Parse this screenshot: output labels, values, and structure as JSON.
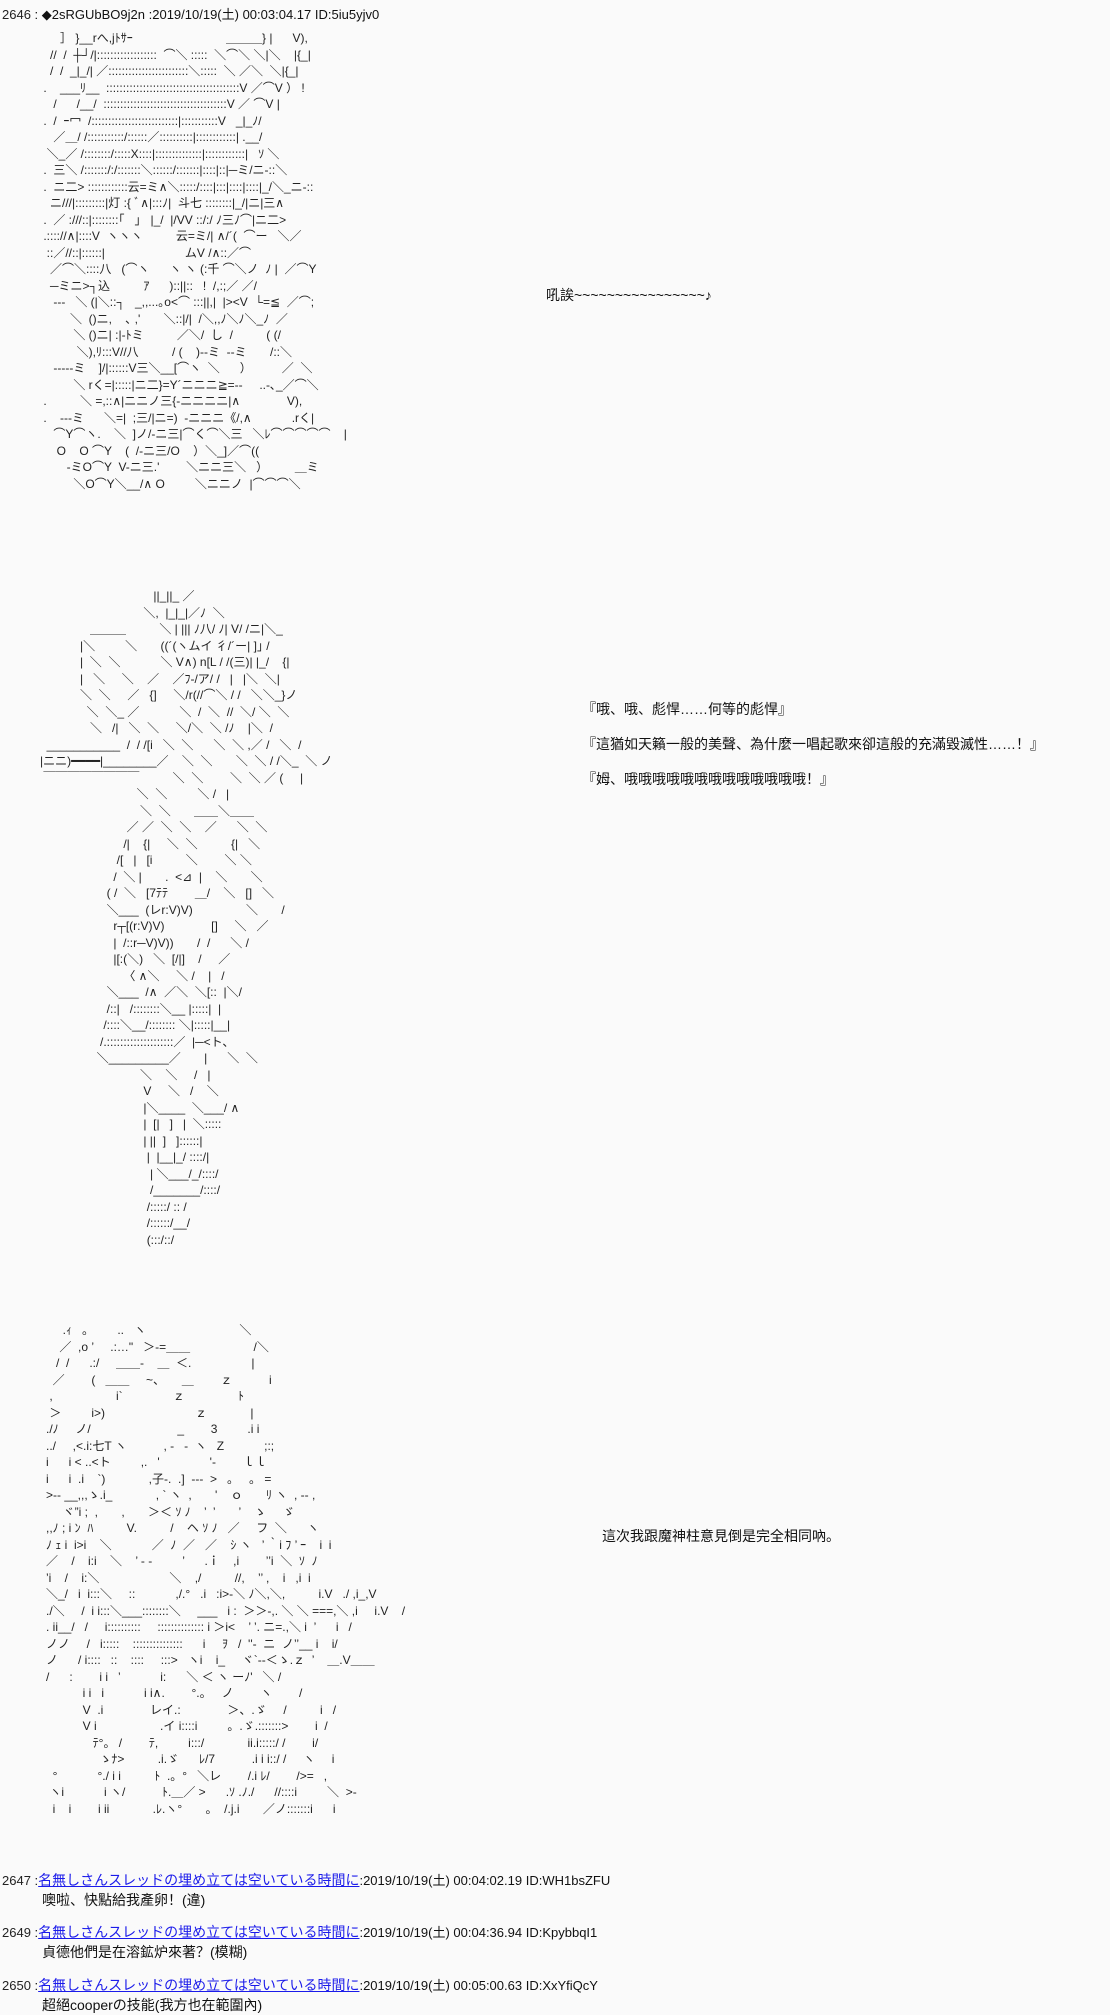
{
  "posts": [
    {
      "num": "2646",
      "sep": " :",
      "name": "◆2sRGUbBO9j2n",
      "date": ":2019/10/19(土) 00:03:04.17",
      "id": "ID:5iu5yjv0"
    },
    {
      "num": "2647",
      "sep": " :",
      "name": "名無しさんスレッドの埋め立ては空いている時間に",
      "date": ":2019/10/19(土) 00:04:02.19",
      "id": "ID:WH1bsZFU",
      "body": "噢啦、快點給我產卵！(違)"
    },
    {
      "num": "2649",
      "sep": " :",
      "name": "名無しさんスレッドの埋め立ては空いている時間に",
      "date": ":2019/10/19(土) 00:04:36.94",
      "id": "ID:KpybbqI1",
      "body": "貞德他們是在溶鉱炉來著？(模糊)"
    },
    {
      "num": "2650",
      "sep": " :",
      "name": "名無しさんスレッドの埋め立ては空いている時間に",
      "date": ":2019/10/19(土) 00:05:00.63",
      "id": "ID:XxYfiQcY",
      "body": "超絕cooperの技能(我方也在範圍內)"
    }
  ],
  "dialogue": {
    "scene1": [
      "吼誒~~~~~~~~~~~~~~~~♪"
    ],
    "scene2": [
      "『哦、哦、彪悍……何等的彪悍』",
      "『這猶如天籟一般的美聲、為什麼一唱起歌來卻這般的充滿毀滅性……！』",
      "『姆、哦哦哦哦哦哦哦哦哦哦哦哦哦！』"
    ],
    "scene3": [
      "這次我跟魔神柱意見倒是完全相同吶。"
    ]
  },
  "art1": {
    "lines": [
      "      ］ }__rへ,jﾄｻｰ                            ＿＿＿} |      V),",
      "   //  /  ┼┘/|::::::::::::::::::  ⌒＼ :::::  ＼⌒＼ ＼|＼    |{_|",
      "   /  /  _|_/| ／::::::::::::::::::::::::＼:::::  ＼ ／＼  ＼|{_|",
      " .    ___ﾘ__  ::::::::::::::::::::::::::::::::::::::::V ／⌒V ） !",
      "    /      /__/  :::::::::::::::::::::::::::::::::::::V ／ ⌒V |",
      " .  /  ｰ冖  /::::::::::::::::::::::::::|:::::::::::V   _|_ﾉ/",
      "    ／＿/ /:::::::::::/::::::／::::::::::|::::::::::::| .__/",
      "  ＼_／ /::::::::/:::::X::::|::::::::::::::|::::::::::::|   ｿ ＼",
      " .  三＼ /:::::::/:/:::::::＼::::::/:::::::|::::|::|─ミ/ニ-::＼",
      " .  ニ二> ::::::::::::云=ミ∧＼:::::/::::|:::|::::|::::|_/＼_ニ-::",
      "   ニ///|:::::::::|灯 :{ ﾞ∧|:::ﾉ|  斗七 ::::::::|_/|ニ|三∧",
      " .  ／ :///::|::::::::｢   ｣   |_/  |/VV ::/:/ ﾉ三ﾉ⌒|ニ二>",
      " .:::://∧|::::V  ヽヽヽ          云=ミ/| ∧/´(  ⌒ー   ＼／",
      "  ::／//::|::::::|                        ムV /∧::／⌒",
      "   ／⌒＼::::八   (⌒ヽ      ヽ ヽ (:千 ⌒＼ノ  ﾉ |  ／⌒Y",
      "   ─ミニ>┐込          ｱ      )::||::   !  /,:;／ ／/",
      "    ---   ＼ (|＼::┐   _,,...｡o<⌒ :::||,|  |><V  └=≦  ／⌒;",
      "         ＼  ()ニ,    ､ ,'       ＼::|/|  /＼,,ﾉ＼ﾉ＼_ﾉ  ／",
      "          ＼ ()ニ| :|-ﾄミ          ／＼/  し  /          ( (/",
      "           ＼),ﾘ:::V//八          / (    )--ミ  --ミ       /::＼",
      "    -----ミ    ]/|::::::V三＼__[⌒ヽ  ＼      ）         ／  ＼",
      "          ＼ rく=|:::::|ニ二}=Y´ニニニ≧=--     ..-､_／⌒＼",
      " .          ＼ =,::∧|ニニノ三{-ニニニニ|∧              V),",
      " .    ---ミ      ＼=|  ;三/|ニ=)  -ニニニ《/,∧            .rく|",
      "    ⌒Y⌒ヽ.    ＼  ]ノ/-ニ三|⌒く⌒＼三   ＼ﾚ⌒⌒⌒⌒⌒    |",
      "     O    O ⌒Y    (  /-ニ三/O    ）＼_]／⌒((",
      "        -ミO⌒Y  V-ニ三.'        ＼ニニ三＼   ）        ＿ミ",
      "          ＼O⌒Y＼__/∧ O         ＼ニニノ  |⌒⌒⌒＼"
    ]
  },
  "art2": {
    "lines": [
      "                                  ||_||_ ／",
      "                               ＼,  |_|_|／ﾉ  ＼",
      "               ＿＿＿          ＼ | ||| ﾉ八/ ﾉ| V/ /ニ|＼_",
      "            |＼         ＼       ((´(ヽムイ 彳/´ー| ]｣ /",
      "            |  ＼  ＼            ＼ V∧) n[L / /(三)| |_/    {|",
      "            |   ＼     ＼    ／    ／ﾌ-/ア/ /   |   |＼  ＼|",
      "            ＼  ＼     ／   {]     ＼/r(//⌒＼ / /   ＼＼_}ノ",
      "              ＼  ＼_ ／            ＼  /  ＼  //  ＼/ ＼  ＼",
      "               ＼   /|   ＼  ＼     ＼/＼  ＼ /ﾉ    |＼  /",
      "  ___________  /  / /[i   ＼  ＼      ＼  ＼ ,／ /   ＼  /",
      "|ニニ)━━━━|________／    ＼  ＼       ＼  ＼ / /＼_  ＼ ノ",
      " ￣￣￣￣￣￣￣￣          ＼  ＼        ＼  ＼ ／ (     |",
      "                             ＼  ＼         ＼ /   |",
      "                              ＼  ＼       ＿＿＼＿＿",
      "                          ／ ／  ＼  ＼    ／      ＼  ＼",
      "                         /|    {|     ＼  ＼          {|   ＼",
      "                       /[   |   [i          ＼        ＼ ＼",
      "                      /  ＼ |       .  <⊿  |    ＼       ＼",
      "                    ( /  ＼   [7ﾃﾃ        ＿/    ＼   []   ＼",
      "                    ＼___  (レr:V)V)                ＼       /",
      "                      r┬[(r:V)V)              []     ＼   ／",
      "                      |  /::r─V)V))       /  /      ＼ /",
      "                      |[:(＼)   ＼  [/|]    /     ／",
      "                         〈 ∧＼     ＼ /    |   /",
      "                    ＼___  /∧  ／＼  ＼[::  |＼/",
      "                    /::|   /::::::::＼__ |:::::|  |",
      "                   /::::＼__/:::::::: ＼|:::::|__|",
      "                  /.::::::::::::::::::::／  |─<ト、",
      "                 ＼_________／       |      ＼  ＼",
      "                              ＼    ＼     /   |",
      "                               V     ＼   /    ＼",
      "                               |＼____  ＼___/ ∧",
      "                               |  [|   ]   |  ＼:::::",
      "                               | ||  ]   ]::::::|",
      "                                |  |__|_/ ::::/|",
      "                                 | ＼___/_/::::/",
      "                                 /_______/::::/",
      "                                /:::::/ :: /",
      "                                /::::::/__/",
      "                                (:::/::/"
    ]
  },
  "art3": {
    "lines": [
      "        .ｨ   。       ..   ヽ                            ＼",
      "       ／  ,o ’     .:…\"   ＞-=＿＿                   /＼",
      "      /  /      .:/     ＿＿-    ＿  ＜.                  |",
      "     ／        (   ＿＿     ~、     ＿        ｚ           i",
      "    ,                   i`               ｚ                ﾄ",
      "    ＞         i>)                           ｚ             |",
      "   ./ﾉ     ノ/                          _        3         .i i",
      "   ../     ,<.i:七T ヽ           , -   -  ヽ   Z            ;:;",
      "   i      i < ..<ト         ,.   '               '-        ｌｌ",
      "   i      i  .i    `)             ,子-.  .]  ---  >   。   。 =",
      "   >-- __,,,ゝ.i_             , ` ヽ  ,       '    ｏ       ﾘ ヽ  , -- ,",
      "        ヾ”i ;  ,       ,       ＞＜ ｿ ﾉ    ’  ’       ’    ゝ     ゞ",
      "   ,,ﾉ ; i ﾝ  ﾊ          V.          /    ヘ ｿ ﾉ   ／     フ  ＼      ヽ",
      "   ﾉ ｪ i  i>i    ＼            ／  ﾉ  ／   ／    ｼ ヽ   ’ ｀i ﾌ ’ ｰ    i  i",
      "   ／    /    i:i    ＼    ’ ‐ ‐         ’      .ｉ    ,i        ’’i  ＼  ｿ  ﾉ",
      "   ’i    /    i:＼                     ＼    ,/          //,    ’’ ,    i   ,i  i",
      "   ＼_/   i  i:::＼     ::            ,/.°   .i   :i>-＼ ﾉ＼,＼,          i.V   ./ ,i_,V",
      "   ./＼     /  i i:::＼___::::::::＼     ___   i :  ＞＞-,. ＼ ＼ ===,＼ ,i     i.V    /",
      "   . ii__/   /     i::::::::::     :::::::::::::: i ＞i<    ’ ’. ニ=.,＼ i  ’      i   /",
      "   ノノ     /   i:::::    :::::::::::::::      i     ｦ   /  ''-  ニ  ノ’’__ i    i/",
      "   ノ      / i::::   ::    ::::     :::>   ヽi    i_     ヾ`--＜ゝ.ｚ  ’    ＿.V＿＿",
      "   /      :        i i   ’            i:      ＼ ＜ ヽ ーﾉ'   ＼ /",
      "              i i   i            i i∧.        °.。   ノ        ヽ        /",
      "              V  .i              レイ.:              ＞、.ゞ     /          i   /",
      "              V i                   .イ i::::i         。.ゞ.:::::::>        i  /",
      "                 ﾃ°。 /        ﾃ,         i:::/             ii.i:::::/ /        i/",
      "                   ゝﾅ>          .i.ゞ      ﾚ/7           .i i i::/ /     ヽ     i",
      "     °            °./ i i          ﾄ  .。°   ＼レ        /.i ﾚ/        />=   ,",
      "    ヽi            i ヽ/           ﾄ.＿／ >      .ｿ .ﾉ./      //::::i         ＼  >-",
      "     i    i        i ii             .ﾚ.ヽ°       。  /.j.i       ／ノ:::::::i      i"
    ]
  }
}
